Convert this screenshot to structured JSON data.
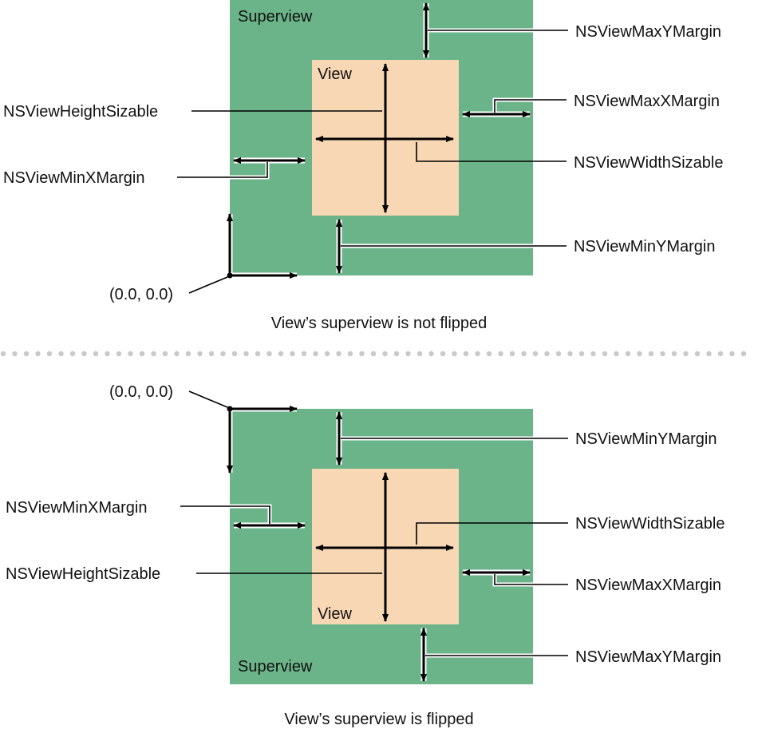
{
  "colors": {
    "superview_fill": "#6bb48a",
    "view_fill": "#f8d7b4",
    "separator_dots": "#c9c9c9",
    "ink": "#000000"
  },
  "top_panel": {
    "superview_label": "Superview",
    "view_label": "View",
    "origin_label": "(0.0, 0.0)",
    "caption": "View’s superview is not flipped",
    "labels": {
      "max_y_margin": "NSViewMaxYMargin",
      "max_x_margin": "NSViewMaxXMargin",
      "height_sizable": "NSViewHeightSizable",
      "width_sizable": "NSViewWidthSizable",
      "min_x_margin": "NSViewMinXMargin",
      "min_y_margin": "NSViewMinYMargin"
    }
  },
  "bottom_panel": {
    "superview_label": "Superview",
    "view_label": "View",
    "origin_label": "(0.0, 0.0)",
    "caption": "View’s superview is flipped",
    "labels": {
      "min_y_margin": "NSViewMinYMargin",
      "min_x_margin": "NSViewMinXMargin",
      "width_sizable": "NSViewWidthSizable",
      "height_sizable": "NSViewHeightSizable",
      "max_x_margin": "NSViewMaxXMargin",
      "max_y_margin": "NSViewMaxYMargin"
    }
  }
}
